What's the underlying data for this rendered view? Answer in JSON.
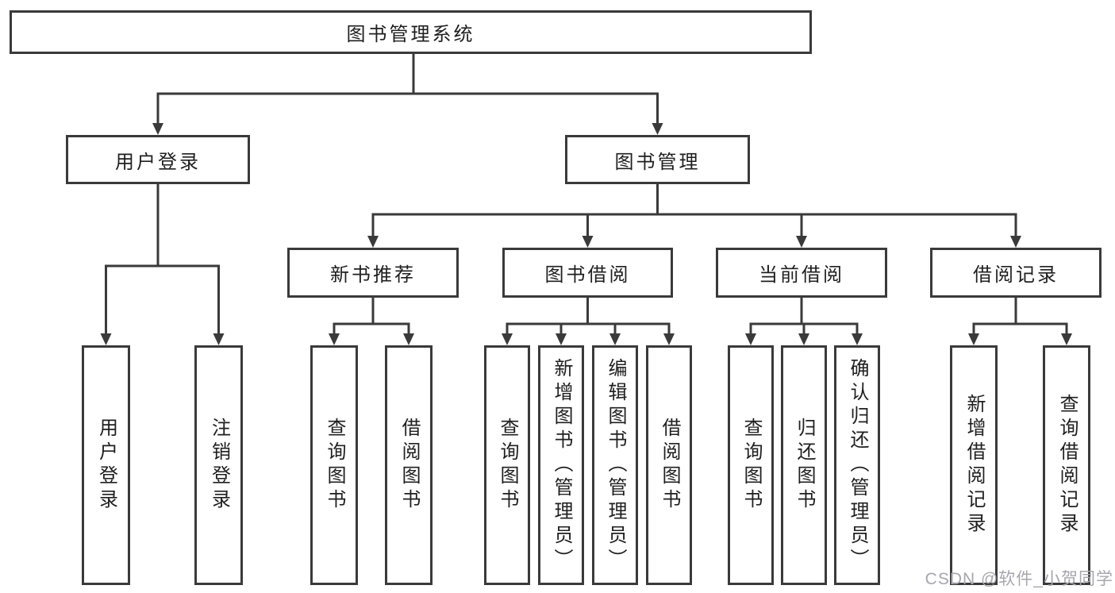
{
  "root": {
    "label": "图书管理系统"
  },
  "branches": [
    {
      "label": "用户登录",
      "children": [
        {
          "label": "用户登录"
        },
        {
          "label": "注销登录"
        }
      ]
    },
    {
      "label": "图书管理",
      "sections": [
        {
          "label": "新书推荐",
          "children": [
            {
              "label": "查询图书"
            },
            {
              "label": "借阅图书"
            }
          ]
        },
        {
          "label": "图书借阅",
          "children": [
            {
              "label": "查询图书"
            },
            {
              "label": "新增图书（管理员）"
            },
            {
              "label": "编辑图书（管理员）"
            },
            {
              "label": "借阅图书"
            }
          ]
        },
        {
          "label": "当前借阅",
          "children": [
            {
              "label": "查询图书"
            },
            {
              "label": "归还图书"
            },
            {
              "label": "确认归还（管理员）"
            }
          ]
        },
        {
          "label": "借阅记录",
          "children": [
            {
              "label": "新增借阅记录"
            },
            {
              "label": "查询借阅记录"
            }
          ]
        }
      ]
    }
  ],
  "watermark": {
    "text": "CSDN @软件_小贺同学"
  },
  "colors": {
    "line": "#3a3a3a",
    "text": "#1f1f1f",
    "background": "#ffffff",
    "watermark": "#a6a6ae"
  }
}
